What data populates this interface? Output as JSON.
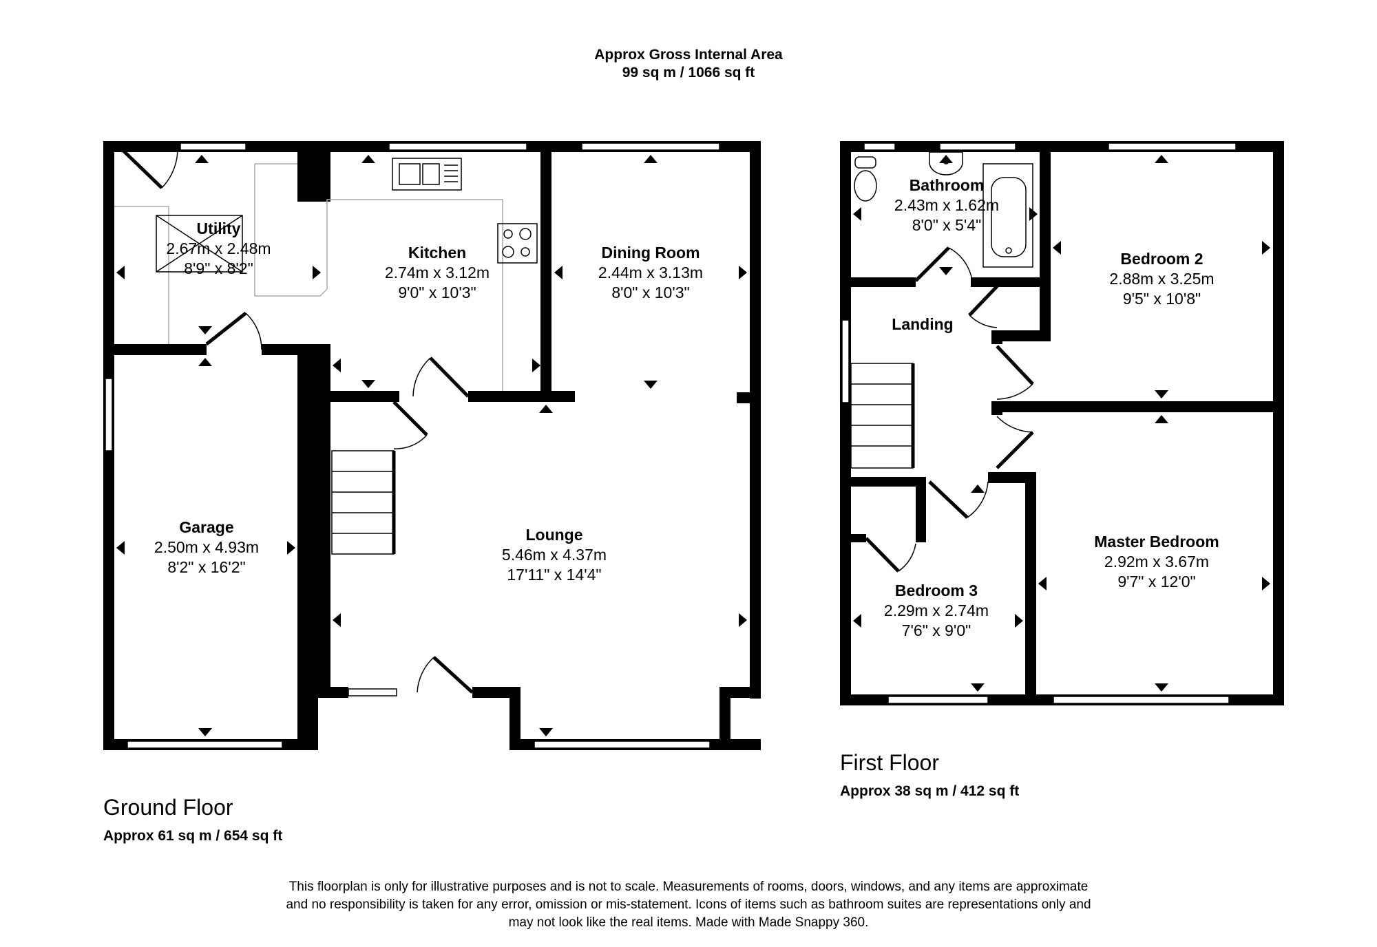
{
  "header": {
    "title": "Approx Gross Internal Area",
    "total_area": "99 sq m / 1066 sq ft"
  },
  "ground_floor": {
    "title": "Ground Floor",
    "area": "Approx 61 sq m / 654 sq ft",
    "rooms": {
      "utility": {
        "name": "Utility",
        "metric": "2.67m x 2.48m",
        "imperial": "8'9\" x 8'2\""
      },
      "kitchen": {
        "name": "Kitchen",
        "metric": "2.74m x 3.12m",
        "imperial": "9'0\" x 10'3\""
      },
      "dining": {
        "name": "Dining Room",
        "metric": "2.44m x 3.13m",
        "imperial": "8'0\" x 10'3\""
      },
      "garage": {
        "name": "Garage",
        "metric": "2.50m x 4.93m",
        "imperial": "8'2\" x 16'2\""
      },
      "lounge": {
        "name": "Lounge",
        "metric": "5.46m x 4.37m",
        "imperial": "17'11\" x 14'4\""
      }
    }
  },
  "first_floor": {
    "title": "First Floor",
    "area": "Approx 38 sq m / 412 sq ft",
    "rooms": {
      "bathroom": {
        "name": "Bathroom",
        "metric": "2.43m x 1.62m",
        "imperial": "8'0\" x 5'4\""
      },
      "bedroom2": {
        "name": "Bedroom 2",
        "metric": "2.88m x 3.25m",
        "imperial": "9'5\" x 10'8\""
      },
      "landing": {
        "name": "Landing"
      },
      "master": {
        "name": "Master Bedroom",
        "metric": "2.92m x 3.67m",
        "imperial": "9'7\" x 12'0\""
      },
      "bedroom3": {
        "name": "Bedroom 3",
        "metric": "2.29m x 2.74m",
        "imperial": "7'6\" x 9'0\""
      }
    }
  },
  "disclaimer": {
    "line1": "This floorplan is only for illustrative purposes and is not to scale. Measurements of rooms, doors, windows, and any items are approximate",
    "line2": "and no responsibility is taken for any error, omission or mis-statement. Icons of items such as bathroom suites are representations only and",
    "line3": "may not look like the real items. Made with Made Snappy 360."
  }
}
